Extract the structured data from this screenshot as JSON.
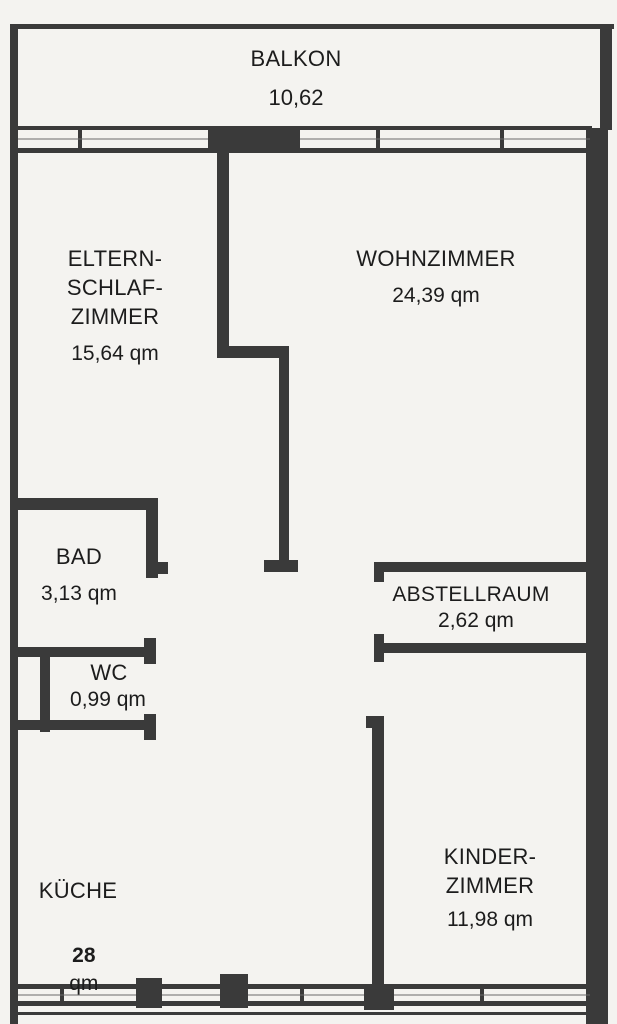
{
  "colors": {
    "wall": "#3a3a3a",
    "paper": "#f4f3f0",
    "window_fill": "#ffffff",
    "text": "#1c1c1c"
  },
  "rooms": {
    "balkon": {
      "name": "BALKON",
      "area": "10,62"
    },
    "elternschlafzimmer": {
      "name": "ELTERN-\nSCHLAF-\nZIMMER",
      "area": "15,64 qm"
    },
    "wohnzimmer": {
      "name": "WOHNZIMMER",
      "area": "24,39 qm"
    },
    "bad": {
      "name": "BAD",
      "area": "3,13 qm"
    },
    "abstellraum": {
      "name": "ABSTELLRAUM",
      "area": "2,62 qm"
    },
    "wc": {
      "name": "WC",
      "area": "0,99 qm"
    },
    "kueche": {
      "name": "KÜCHE",
      "area_number": "28",
      "area_unit": "qm"
    },
    "kinderzimmer": {
      "name": "KINDER-\nZIMMER",
      "area": "11,98 qm"
    }
  }
}
